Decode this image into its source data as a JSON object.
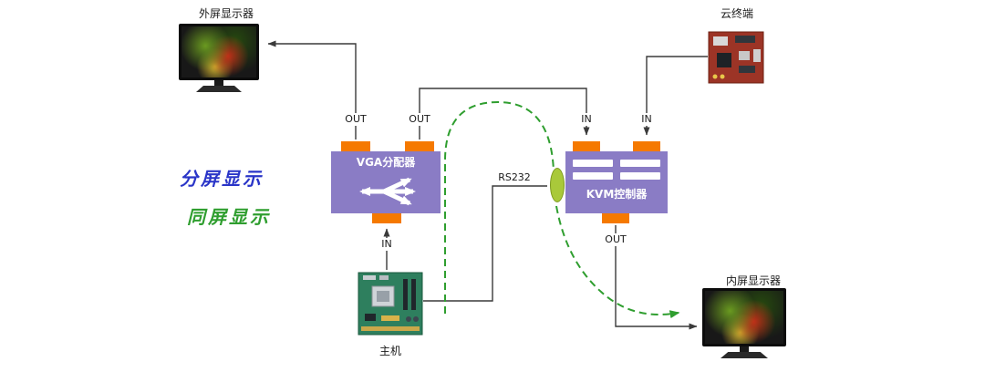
{
  "nodes": {
    "external_monitor": "外屏显示器",
    "cloud_terminal": "云终端",
    "vga_splitter": "VGA分配器",
    "kvm_controller": "KVM控制器",
    "host": "主机",
    "internal_monitor": "内屏显示器"
  },
  "ports": {
    "vga_out_left": "OUT",
    "vga_out_right": "OUT",
    "vga_in": "IN",
    "kvm_in_left": "IN",
    "kvm_in_right": "IN",
    "kvm_out": "OUT"
  },
  "annotations": {
    "split_screen": "分屏显示",
    "same_screen": "同屏显示",
    "rs232": "RS232"
  },
  "icons": {
    "external_monitor": "monitor-icon",
    "internal_monitor": "monitor-icon",
    "host": "motherboard-icon",
    "cloud_terminal": "pcb-board-icon"
  },
  "colors": {
    "device_box": "#8a7cc5",
    "connector": "#f57900",
    "split_screen_text": "#2a35c8",
    "same_screen_route": "#2f9e2f",
    "line": "#3a3a3a",
    "rs232_port": "#a9c93a"
  }
}
